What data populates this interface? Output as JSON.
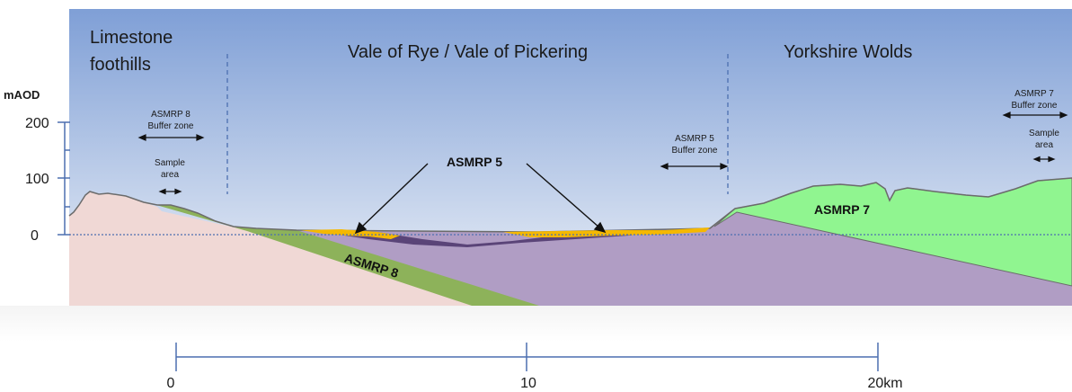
{
  "regions": {
    "limestone_line1": "Limestone",
    "limestone_line2": "foothills",
    "vale": "Vale of Rye / Vale of Pickering",
    "wolds": "Yorkshire Wolds"
  },
  "y_axis": {
    "label": "mAOD",
    "ticks": [
      "200",
      "100",
      "0"
    ]
  },
  "annotations": {
    "asmrp8_buffer_line1": "ASMRP 8",
    "asmrp8_buffer_line2": "Buffer zone",
    "asmrp8_sample_line1": "Sample",
    "asmrp8_sample_line2": "area",
    "asmrp5_buffer_line1": "ASMRP 5",
    "asmrp5_buffer_line2": "Buffer zone",
    "asmrp7_buffer_line1": "ASMRP 7",
    "asmrp7_buffer_line2": "Buffer zone",
    "asmrp7_sample_line1": "Sample",
    "asmrp7_sample_line2": "area"
  },
  "units": {
    "asmrp5": "ASMRP 5",
    "asmrp7": "ASMRP 7",
    "asmrp8": "ASMRP 8"
  },
  "scale_bar": {
    "ticks": [
      "0",
      "10",
      "20km"
    ]
  },
  "colors": {
    "sky_top": "#7f9fd6",
    "sky_bottom": "#eef2f8",
    "limestone": "#f0d8d5",
    "asmrp8": "#8db25a",
    "purple_bedrock": "#b09dc4",
    "asmrp7": "#90f590",
    "asmrp5": "#f5b800",
    "dark_purple": "#5a4478"
  }
}
